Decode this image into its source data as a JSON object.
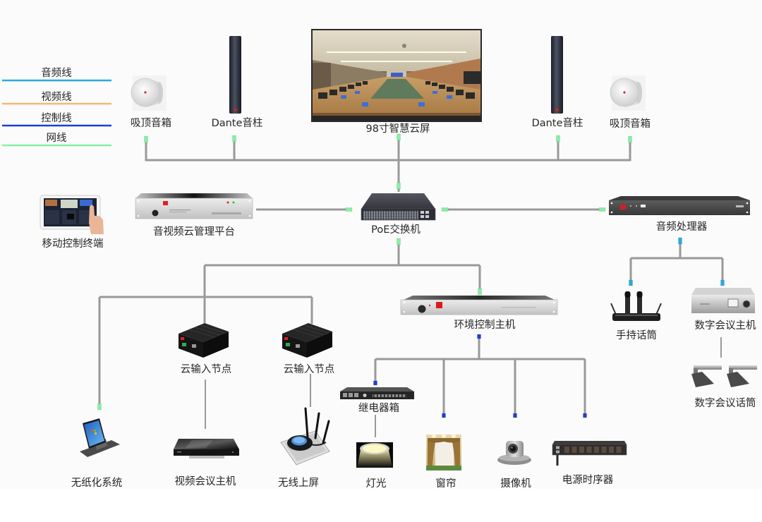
{
  "legend": [
    {
      "label": "音频线",
      "color": "#2aa9e4"
    },
    {
      "label": "视频线",
      "color": "#f8b870"
    },
    {
      "label": "控制线",
      "color": "#1c3fd8"
    },
    {
      "label": "网线",
      "color": "#84f0a4"
    }
  ],
  "devices": {
    "ceiling_speaker_left": "吸顶音箱",
    "dante_column_left": "Dante音柱",
    "smart_screen": "98寸智慧云屏",
    "dante_column_right": "Dante音柱",
    "ceiling_speaker_right": "吸顶音箱",
    "mobile_terminal": "移动控制终端",
    "av_cloud_platform": "音视频云管理平台",
    "poe_switch": "PoE交换机",
    "audio_processor": "音频处理器",
    "handheld_mic": "手持话筒",
    "conference_host": "数字会议主机",
    "conference_mic": "数字会议话筒",
    "env_control_host": "环境控制主机",
    "cloud_input_node_1": "云输入节点",
    "cloud_input_node_2": "云输入节点",
    "relay_box": "继电器箱",
    "paperless_system": "无纸化系统",
    "video_conf_host": "视频会议主机",
    "wireless_display": "无线上屏",
    "lighting": "灯光",
    "curtain": "窗帘",
    "camera": "摄像机",
    "power_sequencer": "电源时序器"
  },
  "connections": [
    {
      "from": "poe_switch",
      "to": "smart_screen",
      "cable": "网线"
    },
    {
      "from": "poe_switch",
      "to": "ceiling_speaker_left",
      "cable": "网线"
    },
    {
      "from": "poe_switch",
      "to": "dante_column_left",
      "cable": "网线"
    },
    {
      "from": "poe_switch",
      "to": "dante_column_right",
      "cable": "网线"
    },
    {
      "from": "poe_switch",
      "to": "ceiling_speaker_right",
      "cable": "网线"
    },
    {
      "from": "poe_switch",
      "to": "av_cloud_platform",
      "cable": "网线"
    },
    {
      "from": "poe_switch",
      "to": "audio_processor",
      "cable": "网线"
    },
    {
      "from": "poe_switch",
      "to": "cloud_input_node_1",
      "cable": "网线"
    },
    {
      "from": "poe_switch",
      "to": "cloud_input_node_2",
      "cable": "网线"
    },
    {
      "from": "poe_switch",
      "to": "env_control_host",
      "cable": "网线"
    },
    {
      "from": "poe_switch",
      "to": "paperless_system",
      "cable": "网线"
    },
    {
      "from": "audio_processor",
      "to": "handheld_mic",
      "cable": "音频线"
    },
    {
      "from": "audio_processor",
      "to": "conference_host",
      "cable": "音频线"
    },
    {
      "from": "conference_host",
      "to": "conference_mic",
      "cable": "音频线"
    },
    {
      "from": "env_control_host",
      "to": "relay_box",
      "cable": "控制线"
    },
    {
      "from": "env_control_host",
      "to": "curtain",
      "cable": "控制线"
    },
    {
      "from": "env_control_host",
      "to": "camera",
      "cable": "控制线"
    },
    {
      "from": "env_control_host",
      "to": "power_sequencer",
      "cable": "控制线"
    },
    {
      "from": "relay_box",
      "to": "lighting",
      "cable": "控制线"
    },
    {
      "from": "video_conf_host",
      "to": "cloud_input_node_1",
      "cable": "视频线"
    },
    {
      "from": "wireless_display",
      "to": "cloud_input_node_2",
      "cable": "视频线"
    }
  ]
}
